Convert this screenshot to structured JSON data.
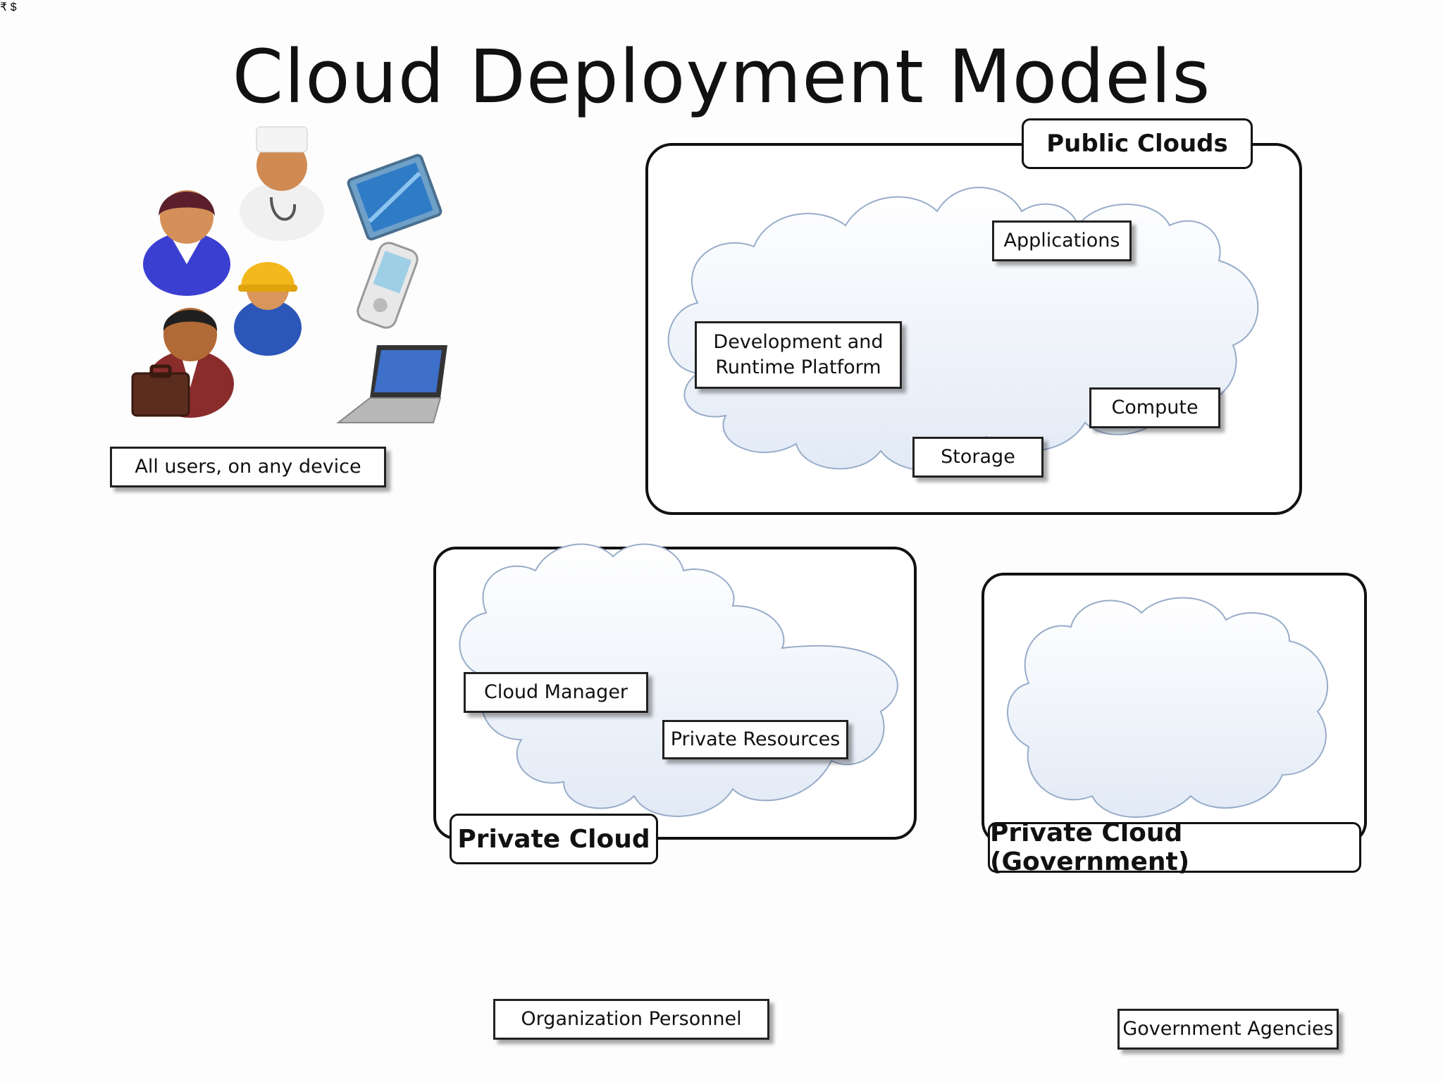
{
  "title": "Cloud Deployment Models",
  "groups": {
    "public": "Public Clouds",
    "private": "Private Cloud",
    "government": "Private Cloud (Government)"
  },
  "labels": {
    "users": "All users, on any device",
    "dev_platform_line1": "Development and",
    "dev_platform_line2": "Runtime Platform",
    "applications": "Applications",
    "storage": "Storage",
    "compute": "Compute",
    "cloud_manager": "Cloud Manager",
    "private_resources": "Private Resources",
    "org_personnel": "Organization Personnel",
    "gov_agencies": "Government Agencies"
  },
  "symbols": {
    "rupee": "₹",
    "dollar": "$"
  },
  "icons": [
    "doctor-icon",
    "user-woman-icon",
    "worker-icon",
    "businessman-icon",
    "tablet-icon",
    "phone-icon",
    "laptop-icon",
    "credit-card-icon",
    "gear-icon",
    "software-box-icon",
    "server-icon",
    "storage-disk-icon",
    "desktop-computer-icon",
    "rack-server-icon",
    "justice-scale-icon",
    "capitol-building-icon",
    "office-worker-icon",
    "government-worker-icon"
  ],
  "colors": {
    "arrow_fill": "#f5c518",
    "arrow_edge": "#d49a00",
    "cloud_fill": "#eef3fb",
    "cloud_edge": "#9fb3cf",
    "card": "#3fb3e6"
  }
}
